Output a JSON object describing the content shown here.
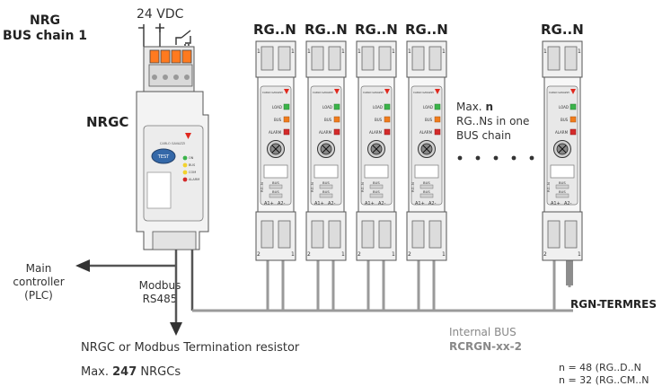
{
  "chain_label": [
    "NRG",
    "BUS chain 1"
  ],
  "supply_label": "24 VDC",
  "controller": {
    "name": "NRGC",
    "brand": "CARLO GAVAZZI",
    "test_button": "TEST",
    "leds": [
      "ON",
      "BUS",
      "COM",
      "ALARM"
    ]
  },
  "rgn_modules": {
    "top_labels": [
      "RG..N",
      "RG..N",
      "RG..N",
      "RG..N",
      "RG..N"
    ],
    "brand": "CARLO GAVAZZI",
    "leds": [
      "LOAD",
      "BUS",
      "ALARM"
    ],
    "bus_labels": [
      "BUS",
      "BUS"
    ],
    "model_short": "RG..N",
    "terminals": [
      "A1+",
      "A2-"
    ],
    "terminal_top": [
      "1",
      "1"
    ],
    "terminal_bottom": [
      "2",
      "1"
    ]
  },
  "max_note": {
    "prefix": "Max. ",
    "n": "n",
    "line2": "RG..Ns in one",
    "line3": "BUS chain"
  },
  "main_controller": [
    "Main",
    "controller",
    "(PLC)"
  ],
  "modbus": [
    "Modbus",
    "RS485"
  ],
  "termination_text": "NRGC or Modbus Termination resistor",
  "max_nrgc": {
    "prefix": "Max. ",
    "value": "247",
    "suffix": " NRGCs"
  },
  "termres_label": "RGN-TERMRES",
  "internal_bus": {
    "label": "Internal BUS",
    "cable": "RCRGN-xx-2"
  },
  "n_notes": [
    "n = 48 (RG..D..N",
    "n = 32 (RG..CM..N"
  ]
}
